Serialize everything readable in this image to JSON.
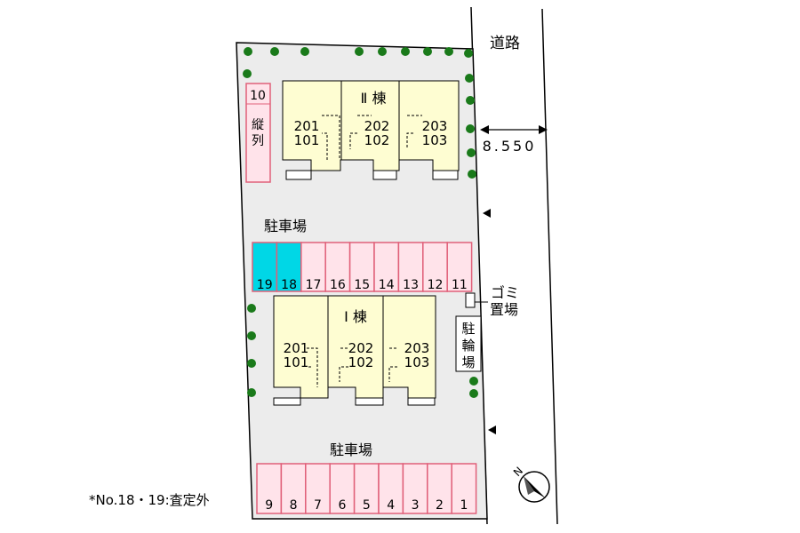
{
  "road": {
    "label": "道路",
    "width_label": "8.550"
  },
  "buildings": [
    {
      "name": "Ⅱ 棟",
      "units": [
        {
          "upper": "201",
          "lower": "101"
        },
        {
          "upper": "202",
          "lower": "102"
        },
        {
          "upper": "203",
          "lower": "103"
        }
      ]
    },
    {
      "name": "Ⅰ 棟",
      "units": [
        {
          "upper": "201",
          "lower": "101"
        },
        {
          "upper": "202",
          "lower": "102"
        },
        {
          "upper": "203",
          "lower": "103"
        }
      ]
    }
  ],
  "parking_labels": {
    "middle": "駐車場",
    "bottom": "駐車場"
  },
  "parking_rows": {
    "middle": [
      "19",
      "18",
      "17",
      "16",
      "15",
      "14",
      "13",
      "12",
      "11"
    ],
    "bottom": [
      "9",
      "8",
      "7",
      "6",
      "5",
      "4",
      "3",
      "2",
      "1"
    ]
  },
  "excluded_spaces": [
    "19",
    "18"
  ],
  "vertical_space": {
    "number": "10",
    "chars": [
      "縦",
      "列"
    ]
  },
  "garbage": {
    "lines": [
      "ゴミ",
      "置場"
    ]
  },
  "bike_parking": {
    "chars": [
      "駐",
      "輪",
      "場"
    ]
  },
  "compass": {
    "label": "N"
  },
  "note": "*No.18・19:査定外",
  "colors": {
    "lot_fill": "#ececec",
    "building_fill": "#fefdd2",
    "parking_fill": "#ffe3ea",
    "parking_stroke": "#e06079",
    "excluded_fill": "#00d7e6",
    "tree": "#1a7a1a"
  }
}
